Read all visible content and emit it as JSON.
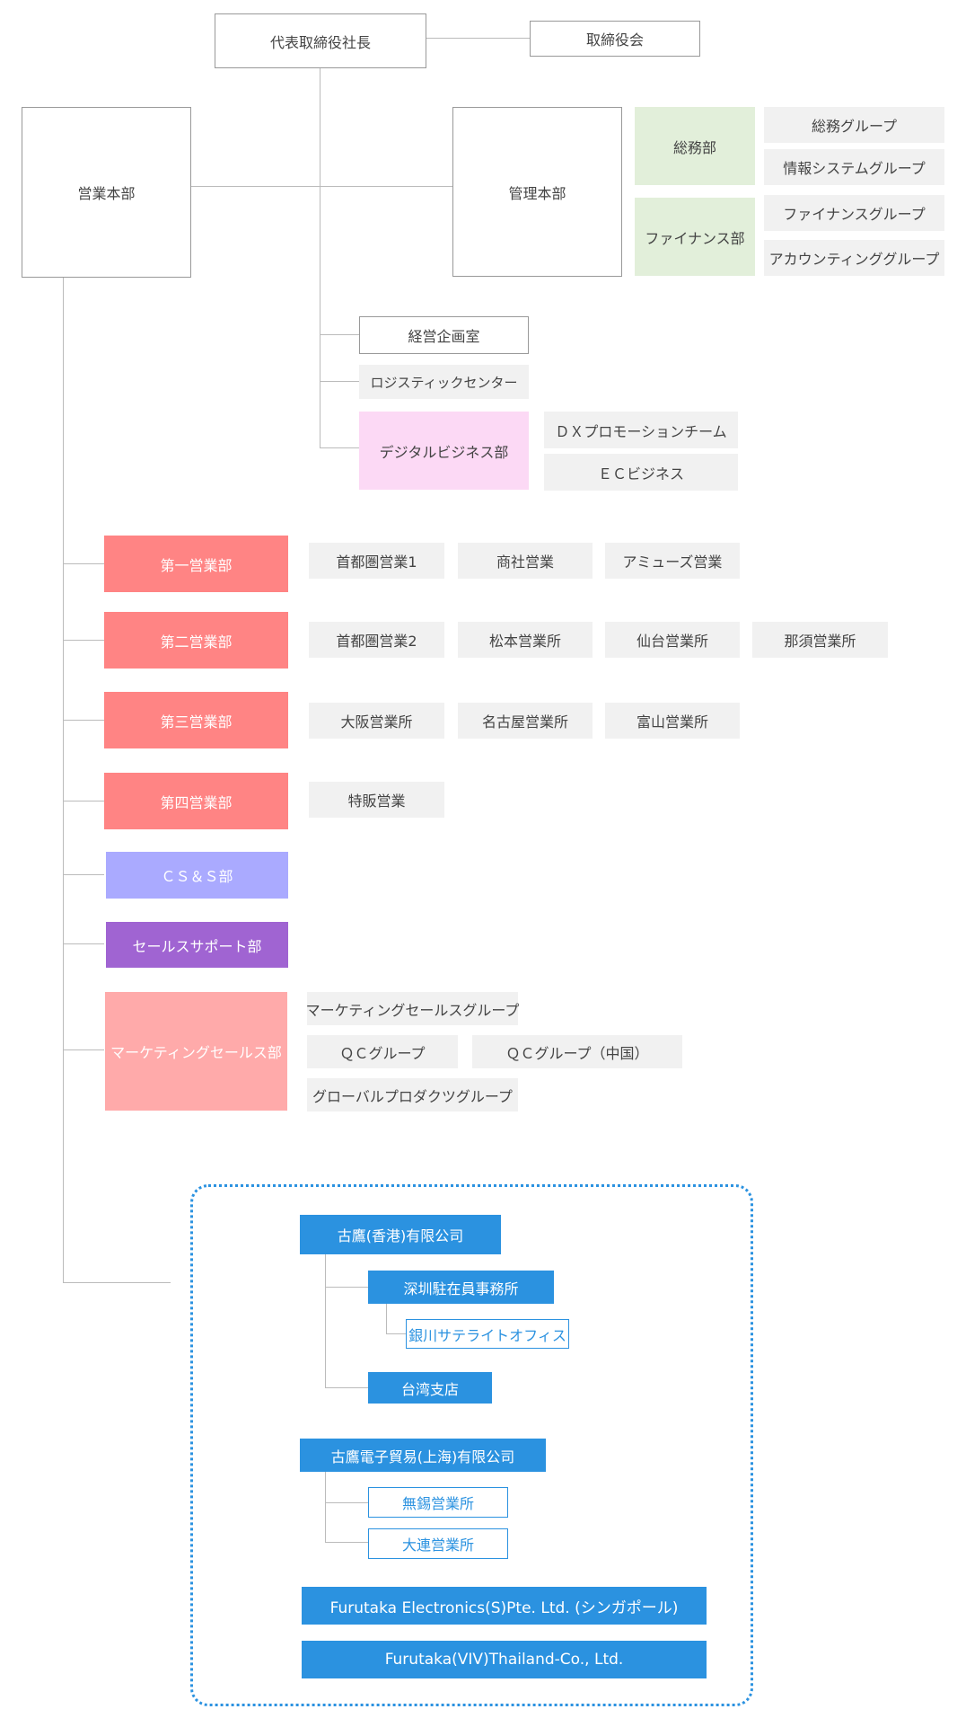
{
  "top": {
    "president": "代表取締役社長",
    "board": "取締役会"
  },
  "sales_hq": "営業本部",
  "admin": {
    "hq": "管理本部",
    "general_affairs": {
      "name": "総務部",
      "groups": [
        "総務グループ",
        "情報システムグループ"
      ]
    },
    "finance": {
      "name": "ファイナンス部",
      "groups": [
        "ファイナンスグループ",
        "アカウンティンググループ"
      ]
    }
  },
  "direct": {
    "planning": "経営企画室",
    "logistics": "ロジスティックセンター",
    "digital": {
      "name": "デジタルビジネス部",
      "teams": [
        "ＤＸプロモーションチーム",
        "ＥＣビジネス"
      ]
    }
  },
  "sales_depts": [
    {
      "name": "第一営業部",
      "units": [
        "首都圏営業1",
        "商社営業",
        "アミューズ営業"
      ]
    },
    {
      "name": "第二営業部",
      "units": [
        "首都圏営業2",
        "松本営業所",
        "仙台営業所",
        "那須営業所"
      ]
    },
    {
      "name": "第三営業部",
      "units": [
        "大阪営業所",
        "名古屋営業所",
        "富山営業所"
      ]
    },
    {
      "name": "第四営業部",
      "units": [
        "特販営業"
      ]
    },
    {
      "name": "ＣＳ＆Ｓ部",
      "units": []
    },
    {
      "name": "セールスサポート部",
      "units": []
    }
  ],
  "marketing": {
    "name": "マーケティングセールス部",
    "groups": [
      "マーケティングセールスグループ",
      "ＱＣグループ",
      "ＱＣグループ（中国）",
      "グローバルプロダクツグループ"
    ]
  },
  "overseas": {
    "hk": {
      "name": "古鷹(香港)有限公司",
      "shenzhen": "深圳駐在員事務所",
      "yinchuan": "銀川サテライトオフィス",
      "taiwan": "台湾支店"
    },
    "shanghai": {
      "name": "古鷹電子貿易(上海)有限公司",
      "offices": [
        "無錫営業所",
        "大連営業所"
      ]
    },
    "singapore": "Furutaka Electronics(S)Pte. Ltd. (シンガポール)",
    "thailand": "Furutaka(VIV)Thailand-Co., Ltd."
  },
  "colors": {
    "line": "#bbbbbb",
    "sales_dept": "#ff8484",
    "cs": "#aaaaff",
    "support": "#a064d2",
    "marketing": "#ffaaaa",
    "admin_dept": "#e2efda",
    "digital": "#fcd9f5",
    "overseas": "#2b92e0",
    "group": "#f1f1f1"
  }
}
